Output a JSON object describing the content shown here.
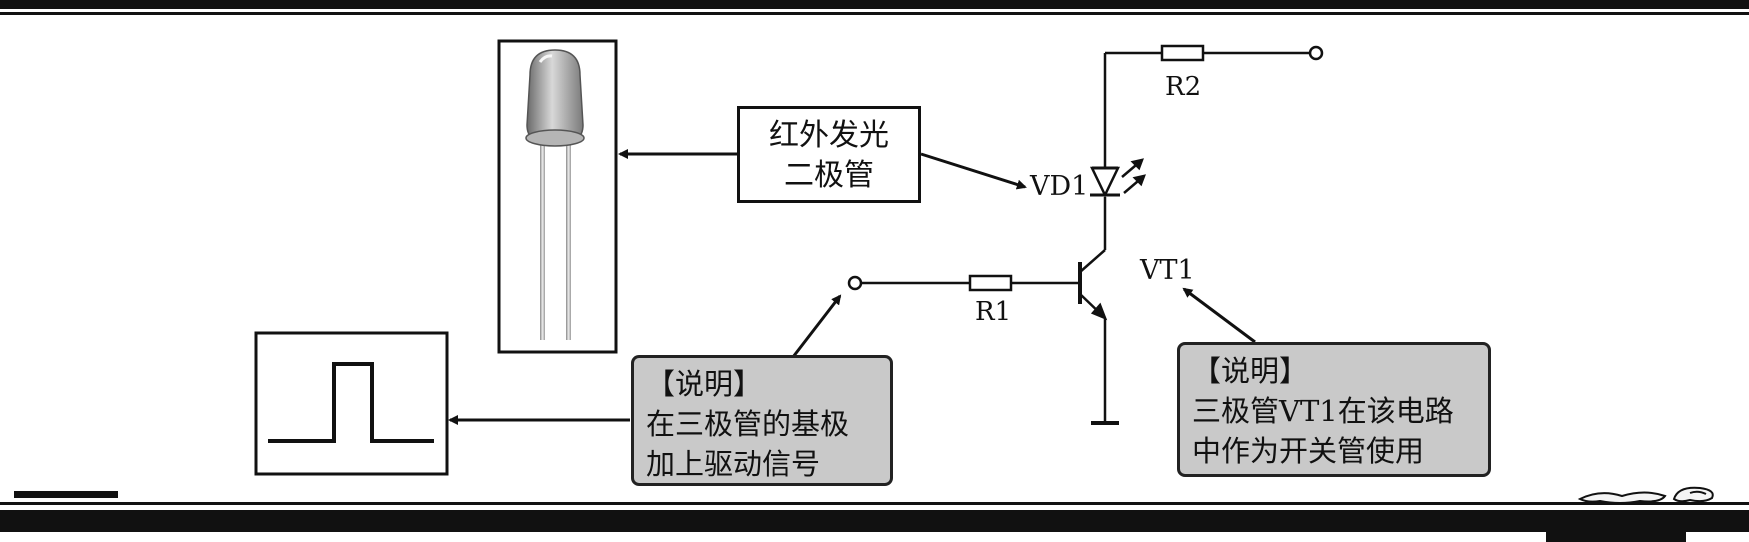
{
  "components": {
    "r2": "R2",
    "vd1": "VD1",
    "vt1": "VT1",
    "r1": "R1"
  },
  "led_callout": {
    "line1": "红外发光",
    "line2": "二极管"
  },
  "note_left": {
    "title": "【说明】",
    "line1": "在三极管的基极",
    "line2": "加上驱动信号"
  },
  "note_right": {
    "title": "【说明】",
    "line1": "三极管VT1在该电路",
    "line2": "中作为开关管使用"
  },
  "colors": {
    "ink": "#111111",
    "note_fill": "#c9c9c9",
    "page": "#ffffff"
  }
}
